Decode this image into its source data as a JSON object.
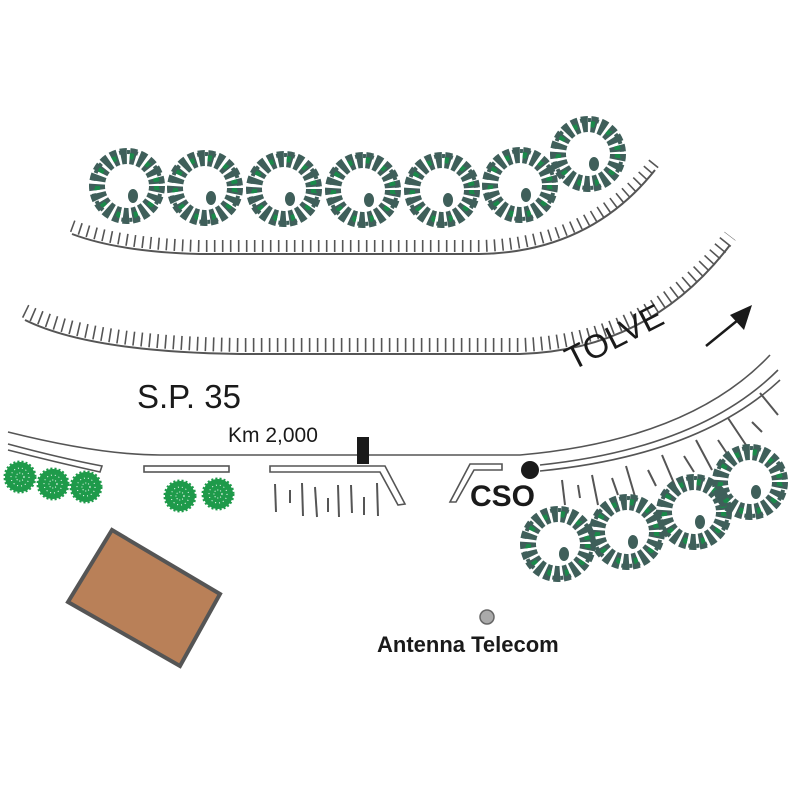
{
  "map": {
    "road": {
      "name": "S.P. 35",
      "kilometer_marker": "Km 2,000"
    },
    "direction": {
      "label": "TOLVE",
      "arrow": "arrow-northeast-icon"
    },
    "points": [
      {
        "label": "CSO",
        "symbol": "black-dot-icon"
      },
      {
        "label": "Antenna Telecom",
        "symbol": "grey-dot-icon"
      }
    ],
    "colors": {
      "road_line": "#555555",
      "tree_dark": "#3f5f5a",
      "tree_light": "#1a8a4a",
      "bush": "#1e9a4a",
      "building_fill": "#b98058",
      "building_stroke": "#555555",
      "antenna": "#aaaaaa",
      "text": "#1a1a1a"
    }
  }
}
